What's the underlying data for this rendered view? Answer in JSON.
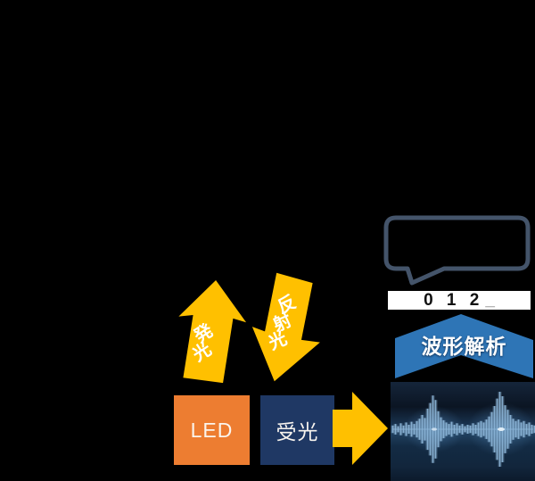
{
  "canvas": {
    "background": "#000000"
  },
  "arrows": {
    "emission": {
      "label": "発光",
      "color": "#FFC000"
    },
    "reflection": {
      "label": "反射光",
      "color": "#FFC000"
    },
    "to_waveform": {
      "color": "#FFC000"
    }
  },
  "boxes": {
    "led": {
      "label": "LED",
      "color": "#ED7D31",
      "text_color": "#FBF4EC"
    },
    "receiver": {
      "label": "受光",
      "color": "#1F3864",
      "text_color": "#EDF1F8"
    }
  },
  "analysis": {
    "chevron_label": "波形解析",
    "chevron_color": "#2E75B6",
    "output_value": "0 1 2",
    "output_cursor": "_",
    "output_cursor_color": "#808080",
    "speech_bubble_text": "",
    "speech_bubble_color": "#44546A"
  },
  "waveform_panel": {
    "bar_color": "#8FB9DC",
    "glow_color": "#A9CDE9",
    "amplitudes": [
      0.1,
      0.14,
      0.08,
      0.16,
      0.1,
      0.18,
      0.12,
      0.2,
      0.14,
      0.22,
      0.28,
      0.38,
      0.3,
      0.55,
      0.7,
      0.9,
      0.78,
      0.48,
      0.32,
      0.24,
      0.18,
      0.14,
      0.2,
      0.12,
      0.16,
      0.1,
      0.14,
      0.08,
      0.12,
      0.1,
      0.16,
      0.12,
      0.18,
      0.22,
      0.18,
      0.26,
      0.34,
      0.46,
      0.62,
      0.82,
      1.0,
      0.88,
      0.64,
      0.52,
      0.38,
      0.28,
      0.22,
      0.26,
      0.18,
      0.22,
      0.14,
      0.18,
      0.12,
      0.1
    ]
  }
}
